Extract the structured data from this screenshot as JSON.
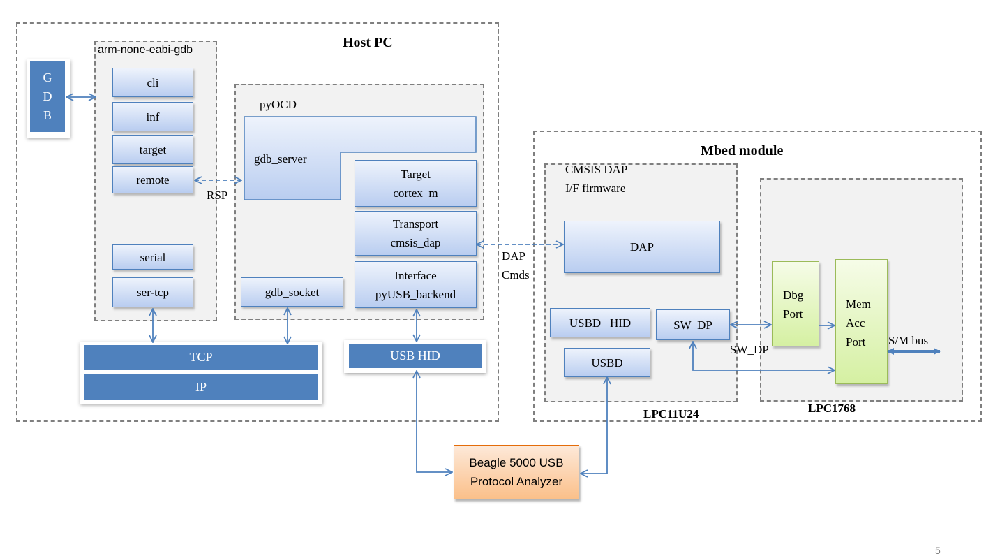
{
  "host": {
    "title": "Host PC",
    "gdb_block": "G\nD\nB",
    "arm_group": {
      "title": "arm-none-eabi-gdb",
      "items": [
        "cli",
        "inf",
        "target",
        "remote",
        "serial",
        "ser-tcp"
      ]
    },
    "pyocd": {
      "title": "pyOCD",
      "gdb_server": "gdb_server",
      "target": "Target\ncortex_m",
      "transport": "Transport\ncmsis_dap",
      "interface": "Interface\npyUSB_backend",
      "gdb_socket": "gdb_socket"
    },
    "rsp_label": "RSP",
    "tcp": "TCP",
    "ip": "IP",
    "usb_hid": "USB HID"
  },
  "dap_cmds": "DAP\nCmds",
  "mbed": {
    "title": "Mbed module",
    "cmsis_group": {
      "title": "CMSIS DAP\nI/F firmware",
      "dap": "DAP",
      "usbd_hid": "USBD_ HID",
      "sw_dp": "SW_DP",
      "usbd": "USBD",
      "chip_label": "LPC11U24"
    },
    "lpc1768": {
      "dbg_port": "Dbg\nPort",
      "mem_acc_port": "Mem\nAcc\nPort",
      "sm_bus": "S/M bus",
      "chip_label": "LPC1768"
    },
    "sw_dp_link_label": "SW_DP"
  },
  "analyzer": "Beagle 5000 USB\nProtocol Analyzer",
  "page_number": "5",
  "colors": {
    "solid_blue": "#4f81bd",
    "arrow": "#4f81bd",
    "green_border": "#9bbb59",
    "orange_border": "#e46c0a",
    "dash_border": "#7f7f7f"
  }
}
